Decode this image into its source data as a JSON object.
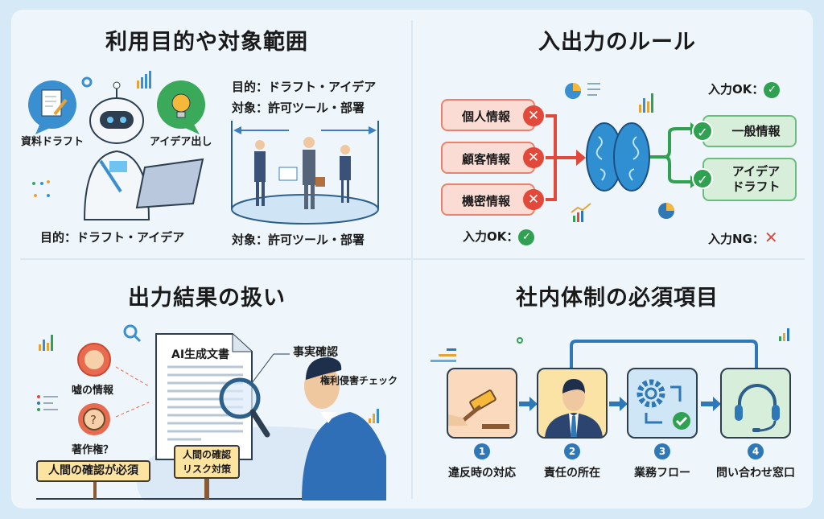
{
  "q1": {
    "title": "利用目的や対象範囲",
    "bubble_doc_label": "資料ドラフト",
    "bubble_idea_label": "アイデア出し",
    "robot_caption": "目的：ドラフト・アイデア",
    "purpose_line": "目的：ドラフト・アイデア",
    "target_line": "対象：許可ツール・部署",
    "scope_caption": "対象：許可ツール・部署"
  },
  "q2": {
    "title": "入出力のルール",
    "ng_inputs": [
      "個人情報",
      "顧客情報",
      "機密情報"
    ],
    "ok_outputs": [
      "一般情報",
      "アイデア\nドラフト"
    ],
    "legend_ok_top": "入力OK：",
    "legend_ok_bottom": "入力OK：",
    "legend_ng": "入力NG：",
    "colors": {
      "ng": "#e2493a",
      "ok": "#2fa151",
      "brain": "#2f8fd0"
    }
  },
  "q3": {
    "title": "出力結果の扱い",
    "risk_false_info": "嘘の情報",
    "risk_copyright": "著作権？",
    "document_title": "AI生成文書",
    "fact_check": "事実確認",
    "rights_check": "権利侵害チェック",
    "sign_left": "人間の確認が必須",
    "sign_center_line1": "人間の確認",
    "sign_center_line2": "リスク対策"
  },
  "q4": {
    "title": "社内体制の必須項目",
    "steps": [
      {
        "num": "1",
        "label": "違反時の対応",
        "icon": "gavel-icon"
      },
      {
        "num": "2",
        "label": "責任の所在",
        "icon": "businessman-icon"
      },
      {
        "num": "3",
        "label": "業務フロー",
        "icon": "workflow-gear-icon"
      },
      {
        "num": "4",
        "label": "問い合わせ窓口",
        "icon": "headset-icon"
      }
    ]
  }
}
